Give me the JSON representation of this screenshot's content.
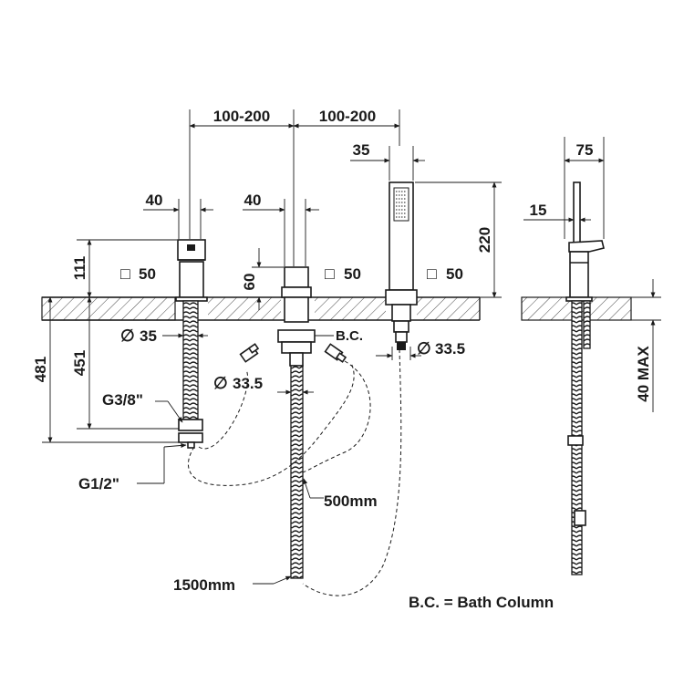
{
  "dimensions": {
    "spacing_left": "100-200",
    "spacing_right": "100-200",
    "handshower_width": "35",
    "handle_width_left": "40",
    "spout_width": "40",
    "square_left": "50",
    "square_mid": "50",
    "square_right": "50",
    "height_111": "111",
    "height_60": "60",
    "height_220": "220",
    "height_481": "481",
    "height_451": "451",
    "dia_35": "35",
    "dia_33_5_left": "33.5",
    "dia_33_5_right": "33.5",
    "thread_g38": "G3/8\"",
    "thread_g12": "G1/2\"",
    "hose_500": "500mm",
    "hose_1500": "1500mm",
    "bc_label": "B.C.",
    "side_depth": "75",
    "side_15": "15",
    "side_max": "40 MAX"
  },
  "legend": {
    "bc_definition": "B.C. = Bath Column"
  },
  "symbols": {
    "diameter": "∅",
    "square": "□"
  }
}
